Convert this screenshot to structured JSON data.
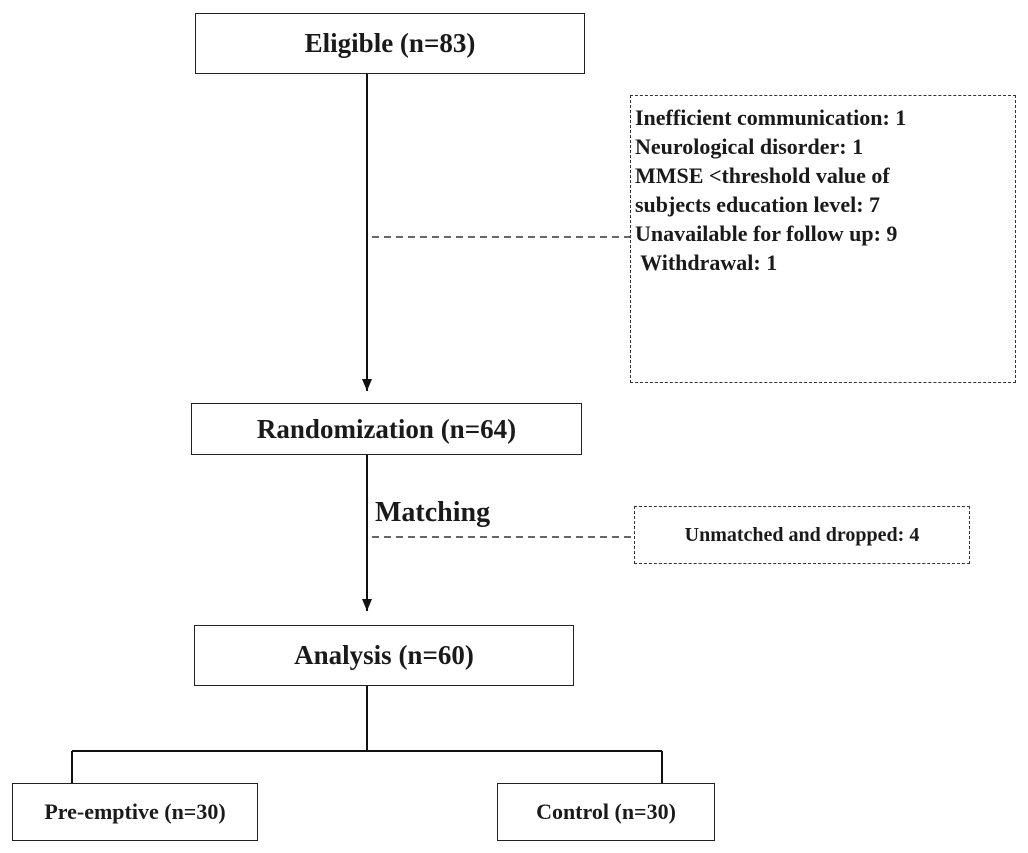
{
  "flowchart": {
    "eligible": "Eligible (n=83)",
    "exclusions": [
      "Inefficient communication: 1",
      "Neurological disorder: 1",
      "MMSE <threshold value of",
      "subjects education level: 7",
      "Unavailable for follow up: 9",
      " Withdrawal: 1"
    ],
    "randomization": "Randomization (n=64)",
    "matching": "Matching",
    "unmatched": "Unmatched and dropped: 4",
    "analysis": "Analysis (n=60)",
    "preemptive": "Pre-emptive (n=30)",
    "control": "Control (n=30)"
  }
}
